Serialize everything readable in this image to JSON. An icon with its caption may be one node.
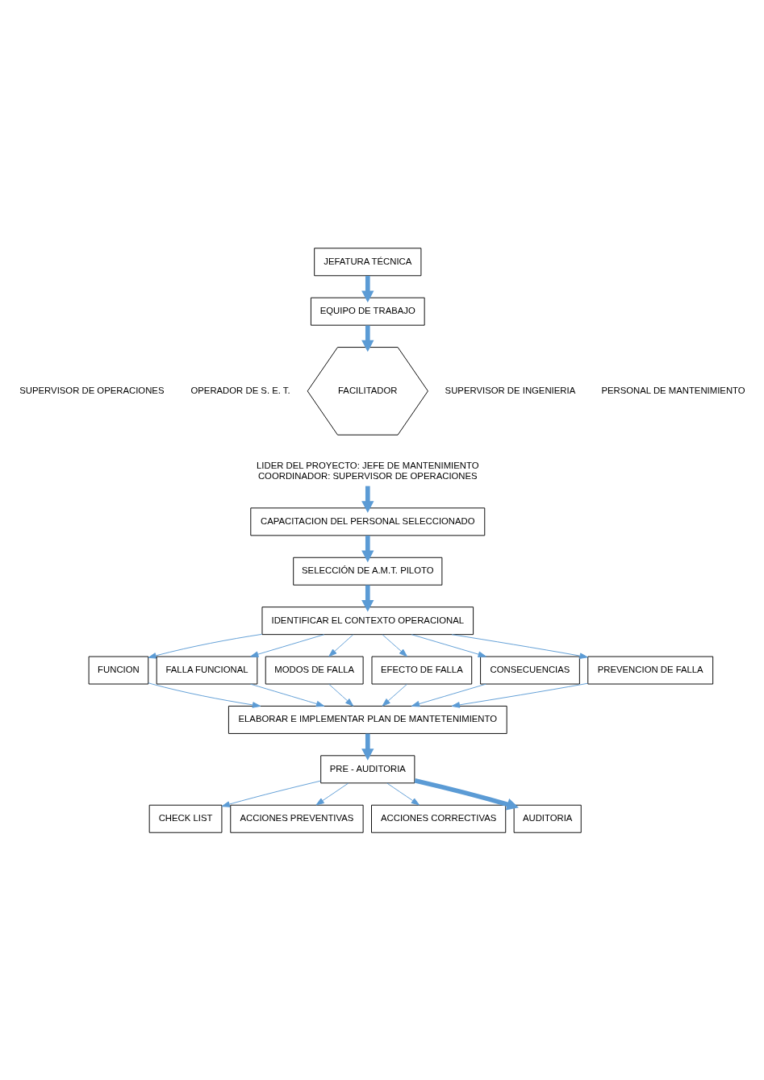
{
  "diagram": {
    "nodes": [
      {
        "text": [
          "JEFATURA TÉCNICA"
        ]
      },
      {
        "text": [
          "EQUIPO DE TRABAJO"
        ]
      },
      {
        "text": [
          "FACILITADOR"
        ],
        "beside": [
          "SUPERVISOR DE OPERACIONES",
          "SUPERVISOR DE INGENIERIA",
          "OPERADOR DE S. E. T.",
          "PERSONAL DE MANTENIMIENTO"
        ]
      },
      {
        "text": [
          "LIDER DEL PROYECTO: JEFE DE MANTENIMIENTO",
          "COORDINADOR: SUPERVISOR DE OPERACIONES"
        ]
      },
      {
        "text": [
          "CAPACITACION DEL PERSONAL SELECCIONADO"
        ]
      },
      {
        "text": [
          "SELECCIÓN DE A.M.T. PILOTO"
        ]
      },
      {
        "text": [
          "IDENTIFICAR EL CONTEXTO OPERACIONAL"
        ]
      },
      {
        "text": [
          "FUNCION"
        ]
      },
      {
        "text": [
          "FALLA FUNCIONAL"
        ]
      },
      {
        "text": [
          "MODOS DE FALLA"
        ]
      },
      {
        "text": [
          "EFECTO DE FALLA"
        ]
      },
      {
        "text": [
          "CONSECUENCIAS"
        ]
      },
      {
        "text": [
          "PREVENCION DE FALLA"
        ]
      },
      {
        "text": [
          "ELABORAR E IMPLEMENTAR PLAN DE MANTETENIMIENTO"
        ]
      },
      {
        "text": [
          "PRE - AUDITORIA"
        ]
      },
      {
        "text": [
          "CHECK LIST"
        ]
      },
      {
        "text": [
          "ACCIONES PREVENTIVAS"
        ]
      },
      {
        "text": [
          "ACCIONES CORRECTIVAS"
        ]
      },
      {
        "text": [
          "AUDITORIA"
        ]
      }
    ],
    "edges": [
      {
        "from": 0,
        "to": 1,
        "arrow": "to",
        "style": "thick"
      },
      {
        "from": 1,
        "to": 2,
        "arrow": "to",
        "style": "thick"
      },
      {
        "from": 3,
        "to": 4,
        "arrow": "to",
        "style": "thick"
      },
      {
        "from": 4,
        "to": 5,
        "arrow": "to",
        "style": "thick"
      },
      {
        "from": 5,
        "to": 6,
        "arrow": "to",
        "style": "thick"
      },
      {
        "from": 6,
        "to": 7,
        "arrow": "to"
      },
      {
        "from": 6,
        "to": 8,
        "arrow": "to"
      },
      {
        "from": 6,
        "to": 9,
        "arrow": "to"
      },
      {
        "from": 6,
        "to": 10,
        "arrow": "to"
      },
      {
        "from": 6,
        "to": 11,
        "arrow": "to"
      },
      {
        "from": 6,
        "to": 12,
        "arrow": "to"
      },
      {
        "from": 7,
        "to": 13,
        "arrow": "to"
      },
      {
        "from": 8,
        "to": 13,
        "arrow": "to"
      },
      {
        "from": 9,
        "to": 13,
        "arrow": "to"
      },
      {
        "from": 10,
        "to": 13,
        "arrow": "to"
      },
      {
        "from": 11,
        "to": 13,
        "arrow": "to"
      },
      {
        "from": 12,
        "to": 13,
        "arrow": "to"
      },
      {
        "from": 13,
        "to": 14,
        "arrow": "to",
        "style": "thick"
      },
      {
        "from": 14,
        "to": 15,
        "arrow": "to"
      },
      {
        "from": 14,
        "to": 16,
        "arrow": "to"
      },
      {
        "from": 14,
        "to": 17,
        "arrow": "to"
      },
      {
        "from": 14,
        "to": 18,
        "arrow": "to",
        "style": "thick"
      }
    ]
  }
}
